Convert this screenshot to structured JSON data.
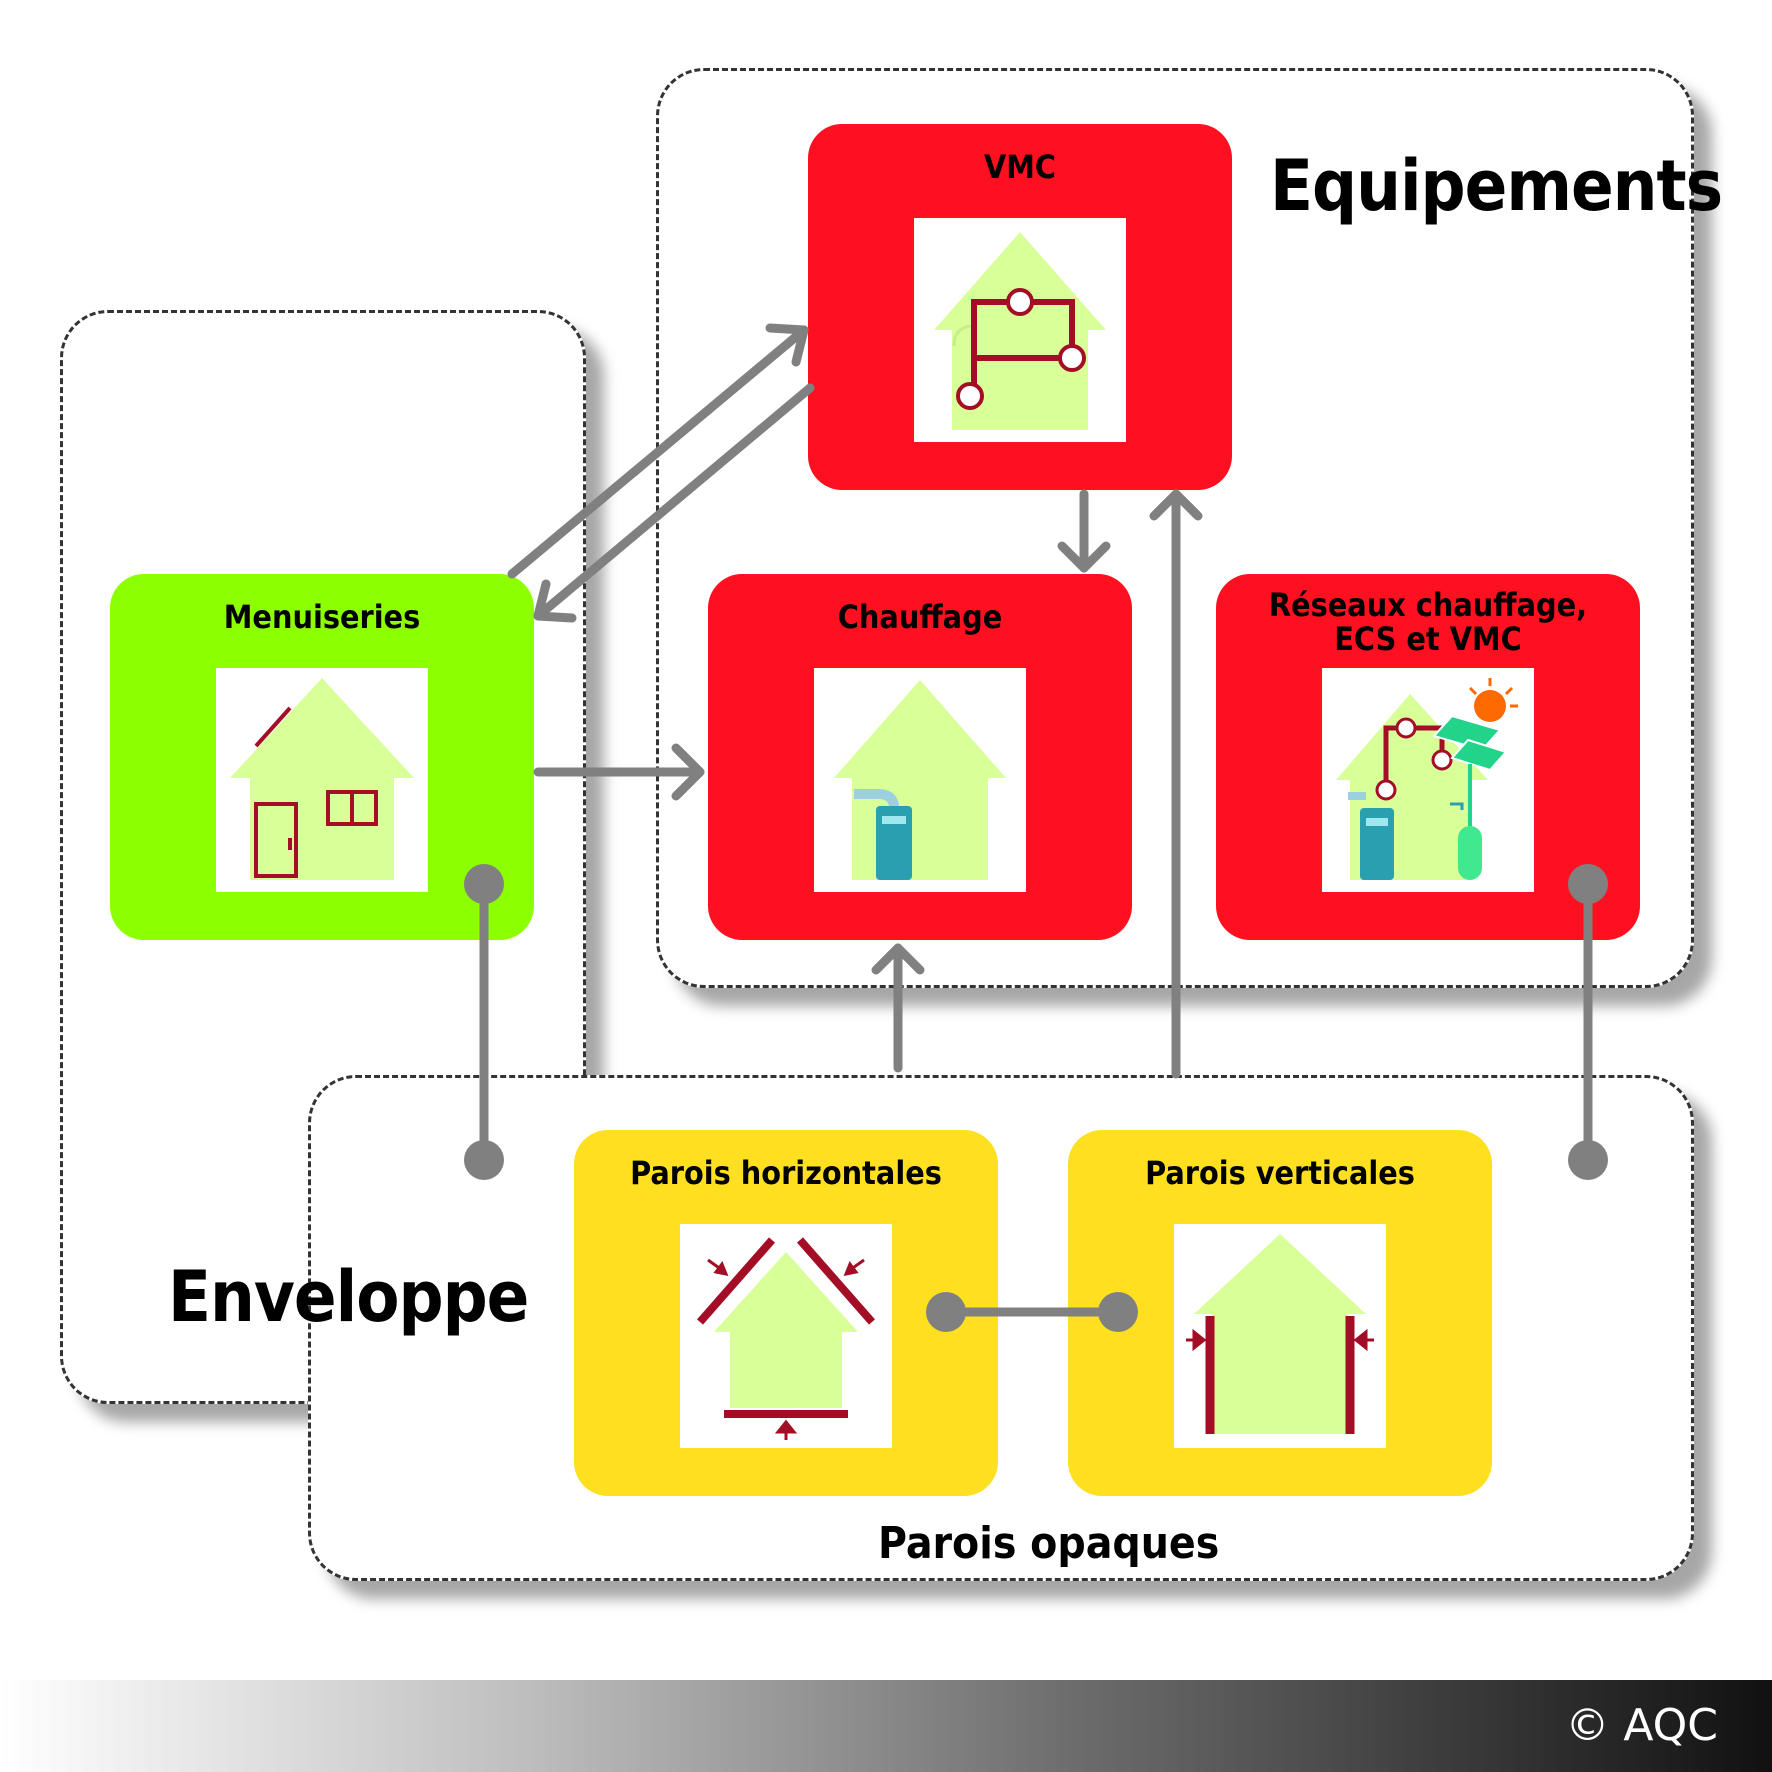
{
  "groups": {
    "equipements": "Equipements",
    "enveloppe": "Enveloppe",
    "parois_opaques": "Parois opaques"
  },
  "cards": {
    "vmc": "VMC",
    "menuiseries": "Menuiseries",
    "chauffage": "Chauffage",
    "reseaux": "Réseaux chauffage,\nECS et VMC",
    "parois_horizontales": "Parois horizontales",
    "parois_verticales": "Parois verticales"
  },
  "colors": {
    "equipment_card": "#ff1020",
    "menuiseries_card": "#8cff00",
    "parois_card": "#ffe020",
    "house": "#d9ff99",
    "detail": "#a30e26",
    "connector": "#808080"
  },
  "footer": {
    "copyright": "© AQC"
  }
}
